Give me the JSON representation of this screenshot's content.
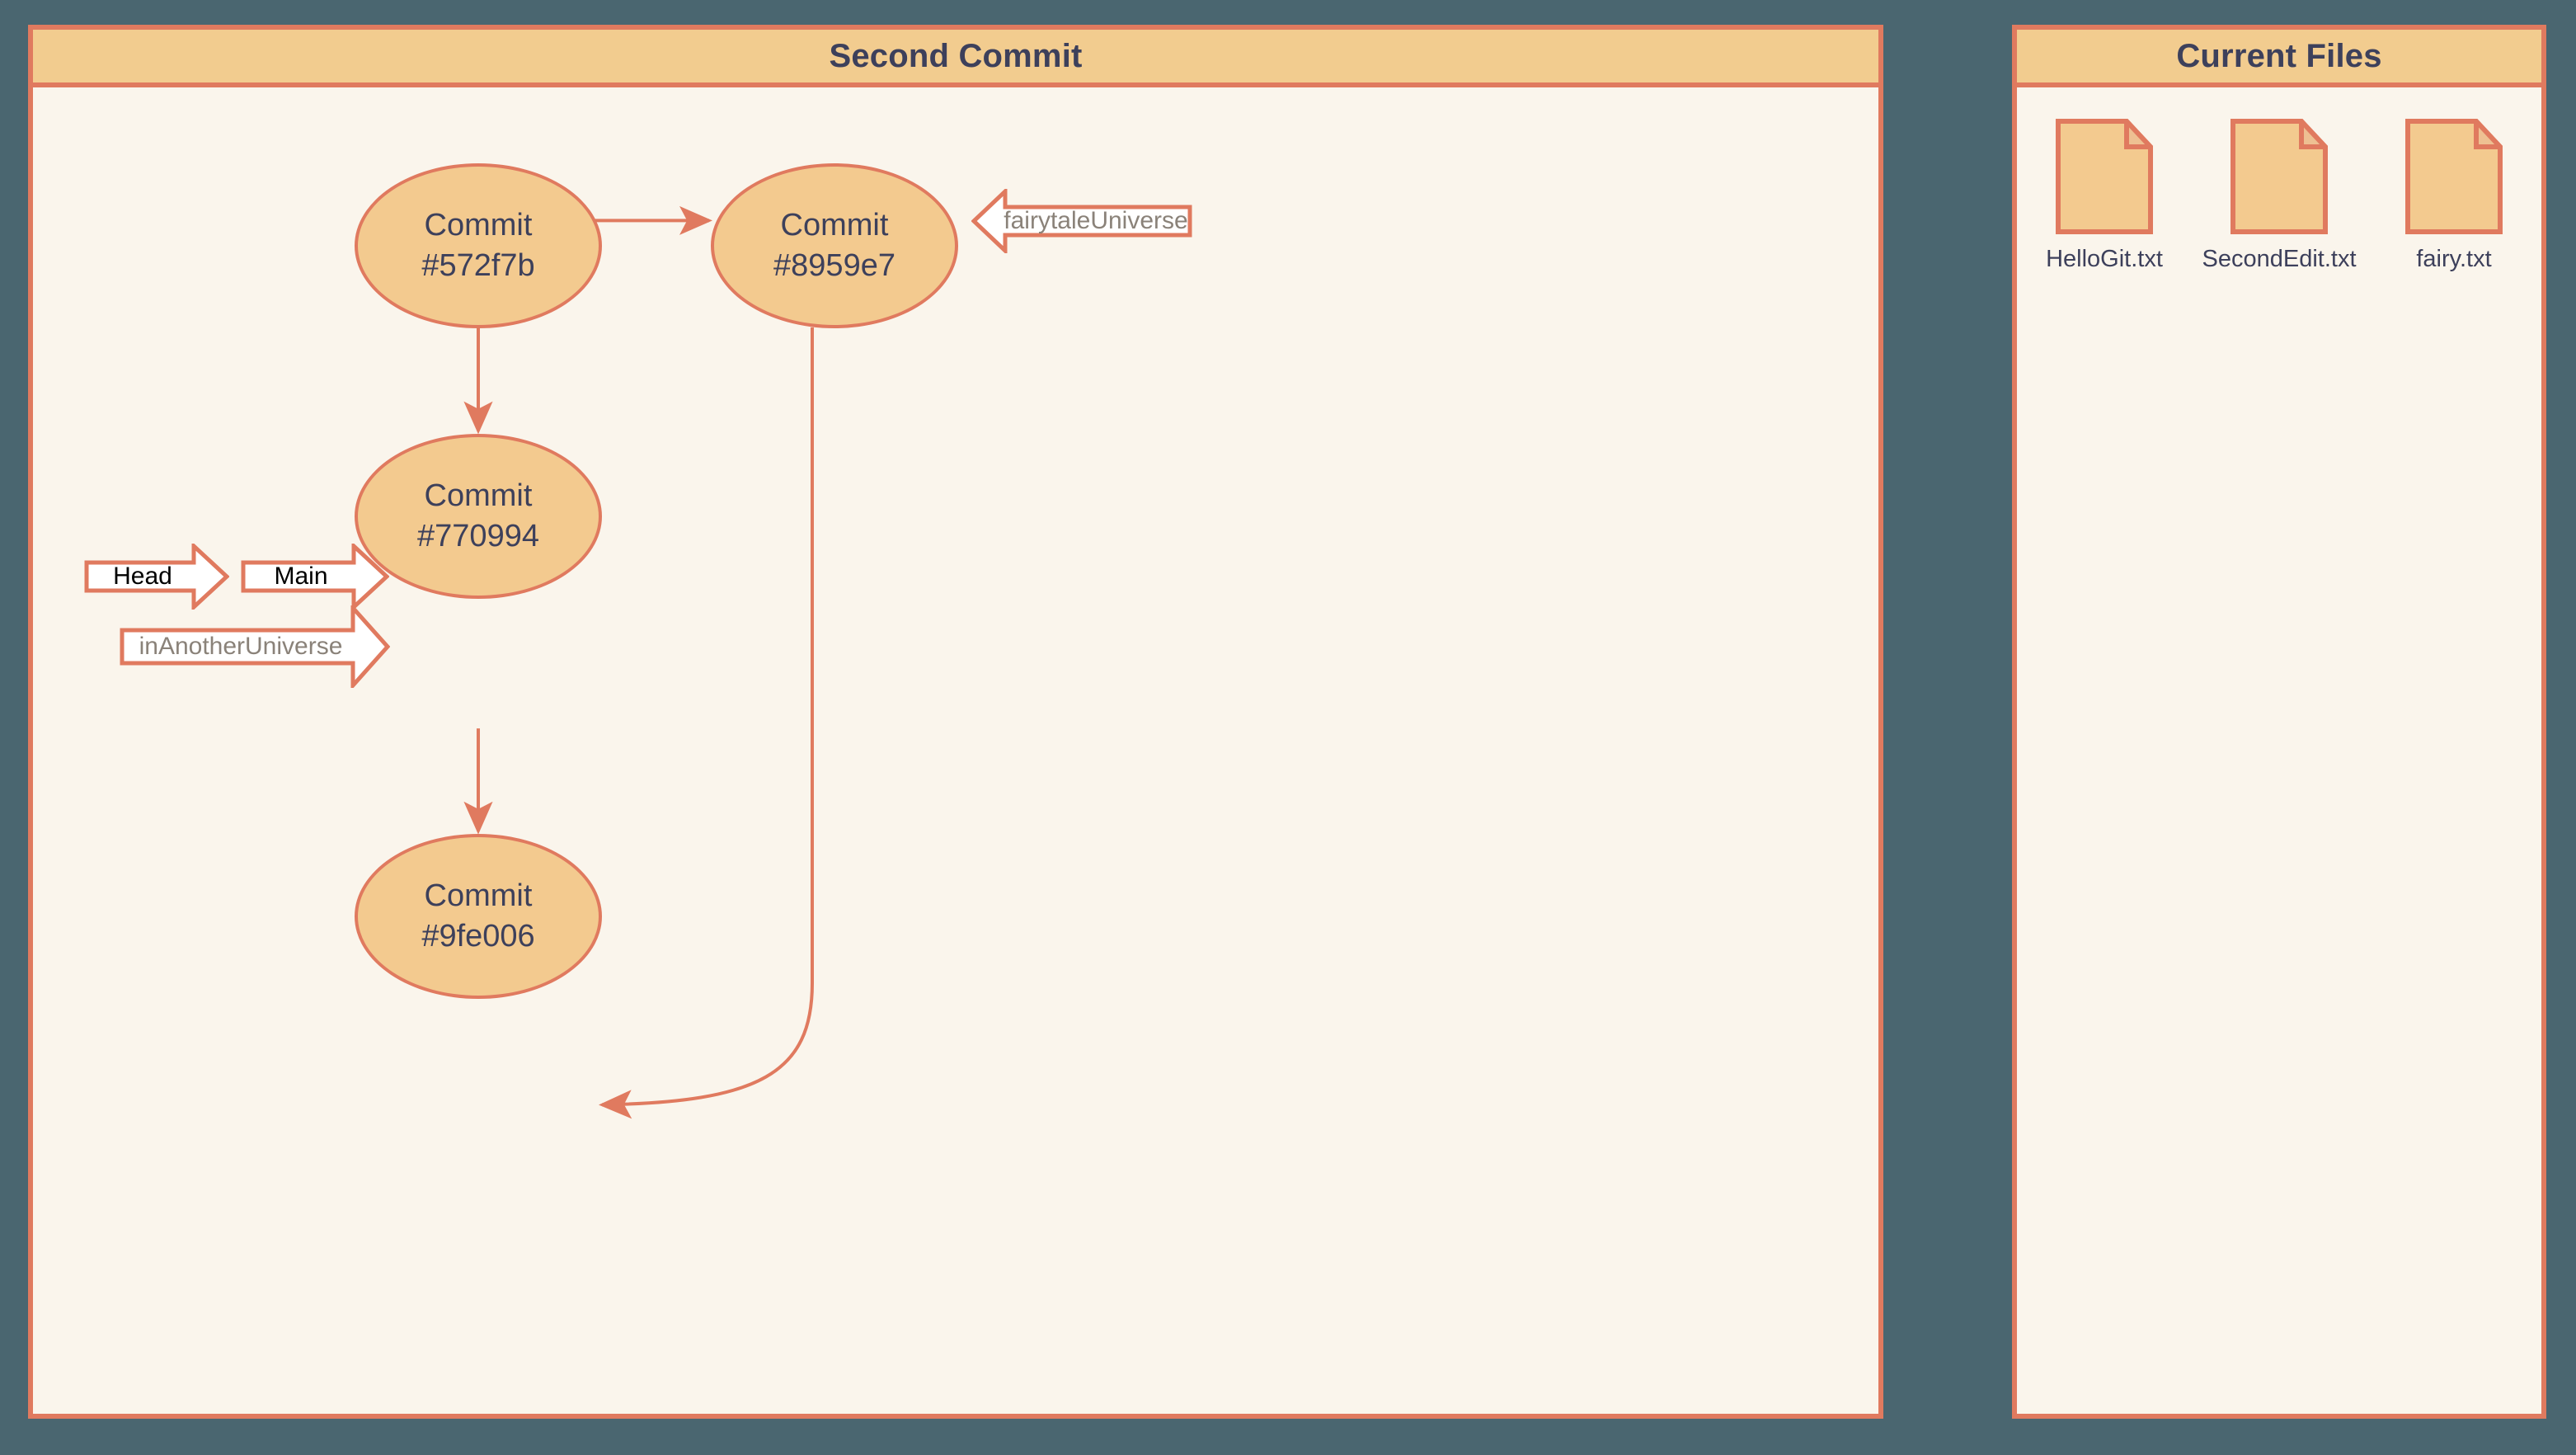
{
  "theme": {
    "page_background": "#4a6670",
    "panel_background": "#faf5ec",
    "panel_border": "#e07a5f",
    "title_background": "#f2cc8f",
    "title_text": "#3d405b",
    "node_fill": "#f3ca8f",
    "node_border": "#e07a5f",
    "node_text": "#3d405b",
    "edge_color": "#e07a5f",
    "tag_fill": "#ffffff",
    "tag_border": "#e07a5f",
    "tag_text_dark": "#000000",
    "tag_text_gray": "#8a8279"
  },
  "graph_panel": {
    "title": "Second Commit",
    "commits": [
      {
        "id": "c1",
        "line1": "Commit",
        "line2": "#572f7b"
      },
      {
        "id": "c2",
        "line1": "Commit",
        "line2": "#8959e7"
      },
      {
        "id": "c3",
        "line1": "Commit",
        "line2": "#770994"
      },
      {
        "id": "c4",
        "line1": "Commit",
        "line2": "#9fe006"
      }
    ],
    "tags": [
      {
        "id": "t-fairytale",
        "label": "fairytaleUniverse",
        "direction": "left",
        "style": "gray"
      },
      {
        "id": "t-head",
        "label": "Head",
        "direction": "right",
        "style": "dark"
      },
      {
        "id": "t-main",
        "label": "Main",
        "direction": "right",
        "style": "dark"
      },
      {
        "id": "t-another",
        "label": "inAnotherUniverse",
        "direction": "right",
        "style": "gray"
      }
    ],
    "edges": [
      {
        "from": "c1",
        "to": "c2",
        "shape": "horizontal"
      },
      {
        "from": "c1",
        "to": "c3",
        "shape": "vertical"
      },
      {
        "from": "c3",
        "to": "c4",
        "shape": "vertical"
      },
      {
        "from": "c2",
        "to": "c4",
        "shape": "curved"
      }
    ]
  },
  "files_panel": {
    "title": "Current Files",
    "files": [
      {
        "name": "HelloGit.txt"
      },
      {
        "name": "SecondEdit.txt"
      },
      {
        "name": "fairy.txt"
      }
    ]
  }
}
